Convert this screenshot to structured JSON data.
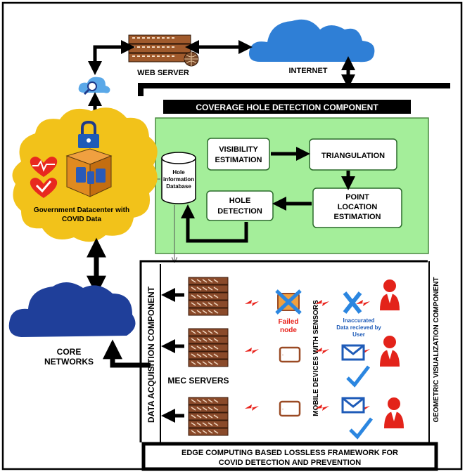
{
  "labels": {
    "web_server": "WEB SERVER",
    "internet": "INTERNET",
    "coverage_title": "COVERAGE HOLE DETECTION COMPONENT",
    "visibility_1": "VISIBILITY",
    "visibility_2": "ESTIMATION",
    "triangulation": "TRIANGULATION",
    "point_1": "POINT",
    "point_2": "LOCATION",
    "point_3": "ESTIMATION",
    "hole_1": "HOLE",
    "hole_2": "DETECTION",
    "db_1": "Hole",
    "db_2": "information",
    "db_3": "Database",
    "gov_1": "Government Datacenter with",
    "gov_2": "COVID Data",
    "data_acq": "DATA ACQUISITION COMPONENT",
    "mobile_devices": "MOBILE DEVICES WITH SENSORS",
    "geo_vis": "GEOMETRIC VISUALIZATION COMPONENT",
    "failed_1": "Failed",
    "failed_2": "node",
    "inacc_1": "Inaccurated",
    "inacc_2": "Data recieved by",
    "inacc_3": "User",
    "core_1": "CORE",
    "core_2": "NETWORKS",
    "mec": "MEC SERVERS",
    "footer_1": "EDGE COMPUTING BASED LOSSLESS FRAMEWORK FOR",
    "footer_2": "COVID DETECTION AND PREVENTION"
  },
  "colors": {
    "cloud_blue": "#2f7fd6",
    "core_blue": "#1f3f9a",
    "datacenter_yellow": "#f2c21a",
    "green_panel": "#a4ee9a",
    "server_brown": "#8a4a2a",
    "person_red": "#e3231a",
    "envelope_blue": "#1e5bb8",
    "check_blue": "#2b86e0"
  },
  "icons": [
    "web-server-icon",
    "internet-cloud-icon",
    "search-cloud-icon",
    "lock-icon",
    "datacenter-box-icon",
    "heart-icon",
    "database-icon",
    "core-cloud-icon",
    "mec-server-icon",
    "failed-x-icon",
    "mobile-device-icon",
    "envelope-icon",
    "check-icon",
    "user-icon",
    "lightning-icon"
  ]
}
